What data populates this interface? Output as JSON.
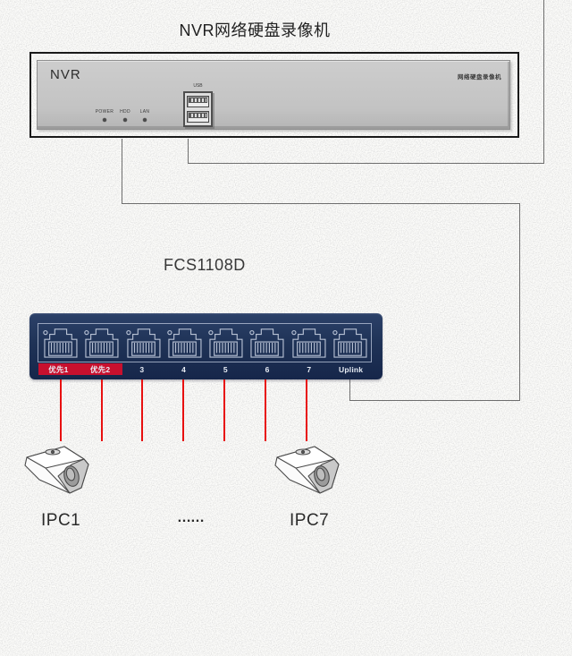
{
  "title": "NVR网络硬盘录像机",
  "nvr": {
    "name": "NVR",
    "model_label": "网络硬盘录像机",
    "leds": [
      {
        "label": "POWER"
      },
      {
        "label": "HDD"
      },
      {
        "label": "LAN"
      }
    ],
    "usb_label": "USB"
  },
  "switch": {
    "model": "FCS1108D",
    "ports": [
      {
        "label": "优先1",
        "priority": true
      },
      {
        "label": "优先2",
        "priority": true
      },
      {
        "label": "3",
        "priority": false
      },
      {
        "label": "4",
        "priority": false
      },
      {
        "label": "5",
        "priority": false
      },
      {
        "label": "6",
        "priority": false
      },
      {
        "label": "7",
        "priority": false
      },
      {
        "label": "Uplink",
        "priority": false
      }
    ]
  },
  "cameras": {
    "first_label": "IPC1",
    "ellipsis": "……",
    "last_label": "IPC7"
  },
  "colors": {
    "switch_body": "#1f3357",
    "priority_red": "#c8102e",
    "cable_red": "#e81010",
    "line_gray": "#6e6e6e"
  }
}
